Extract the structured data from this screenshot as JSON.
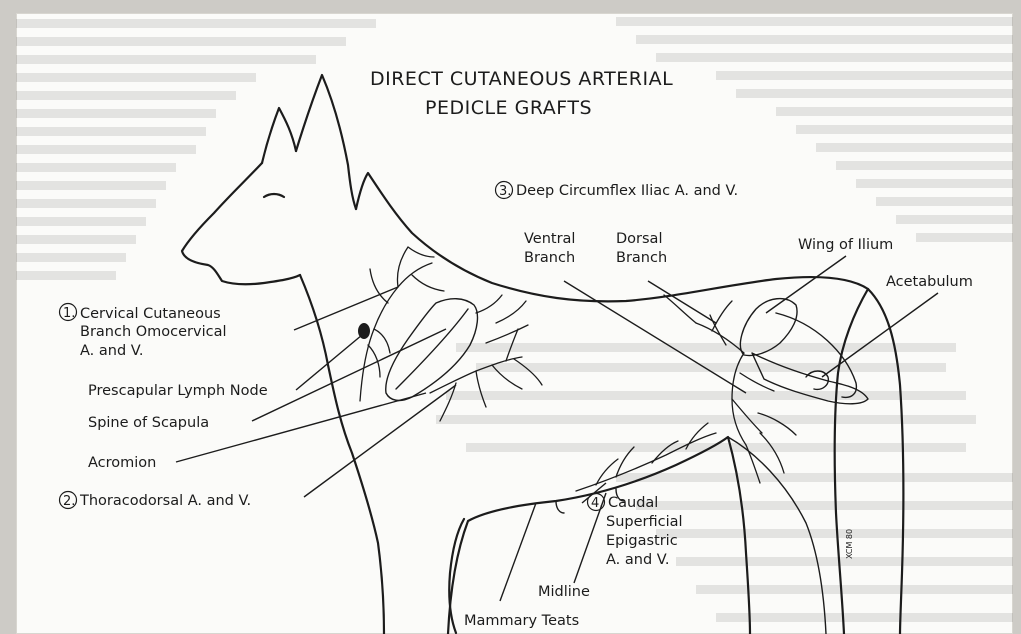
{
  "diagram": {
    "title_line1": "DIRECT CUTANEOUS ARTERIAL",
    "title_line2": "PEDICLE GRAFTS",
    "labels": {
      "cervical_num": "1.",
      "cervical_l1": "Cervical Cutaneous",
      "cervical_l2": "Branch Omocervical",
      "cervical_l3": "A. and V.",
      "prescapular": "Prescapular Lymph Node",
      "spine_scapula": "Spine of Scapula",
      "acromion": "Acromion",
      "thoracodorsal_num": "2.",
      "thoracodorsal": "Thoracodorsal A. and V.",
      "deep_num": "3.",
      "deep_circumflex": "Deep Circumflex Iliac A. and V.",
      "ventral_l1": "Ventral",
      "ventral_l2": "Branch",
      "dorsal_l1": "Dorsal",
      "dorsal_l2": "Branch",
      "wing_ilium": "Wing of Ilium",
      "acetabulum": "Acetabulum",
      "caudal_num": "4.",
      "caudal_l1": "Caudal",
      "caudal_l2": "Superficial",
      "caudal_l3": "Epigastric",
      "caudal_l4": "A. and V.",
      "midline": "Midline",
      "mammary": "Mammary Teats"
    },
    "signature": "XCM 80"
  },
  "colors": {
    "ink": "#1c1c1c",
    "paper": "#fbfbf9",
    "frame": "#cdcbc6"
  }
}
